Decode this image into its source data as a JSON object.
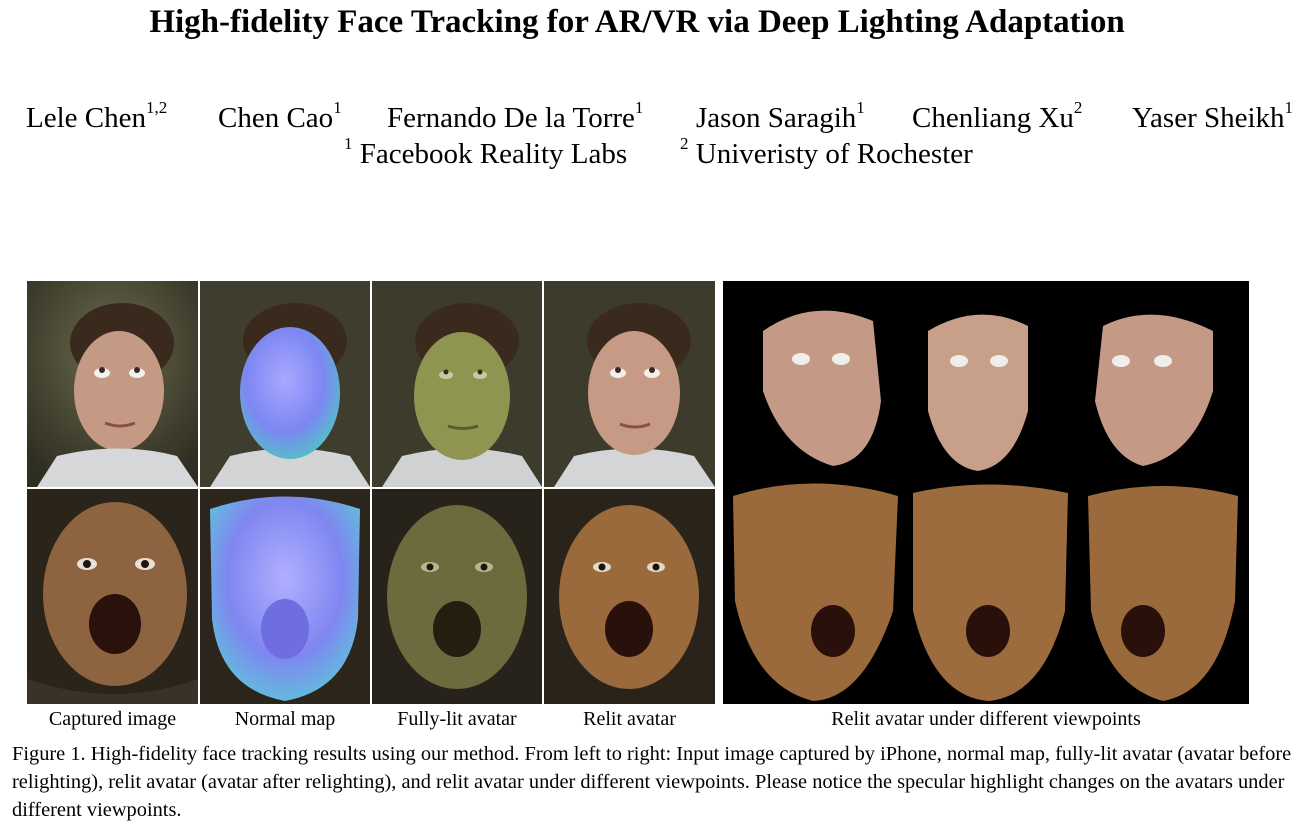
{
  "paper": {
    "title": "High-fidelity Face Tracking for AR/VR via Deep Lighting Adaptation",
    "authors": [
      {
        "name": "Lele Chen",
        "sup": "1,2"
      },
      {
        "name": "Chen Cao",
        "sup": "1"
      },
      {
        "name": "Fernando De la Torre",
        "sup": "1"
      },
      {
        "name": "Jason Saragih",
        "sup": "1"
      },
      {
        "name": "Chenliang Xu",
        "sup": "2"
      },
      {
        "name": "Yaser Sheikh",
        "sup": "1"
      }
    ],
    "affiliations": [
      {
        "sup": "1",
        "name": "Facebook Reality Labs"
      },
      {
        "sup": "2",
        "name": "Univeristy of Rochester"
      }
    ]
  },
  "figure": {
    "column_labels": [
      "Captured image",
      "Normal map",
      "Fully-lit avatar",
      "Relit avatar"
    ],
    "right_label": "Relit avatar under different viewpoints",
    "caption": "Figure 1. High-fidelity face tracking results using our method. From left to right: Input image captured by iPhone, normal map, fully-lit avatar (avatar before relighting), relit avatar (avatar after relighting), and relit avatar under different viewpoints. Please notice the specular highlight changes on the avatars under different viewpoints."
  },
  "colors": {
    "captured_bg": "#3b3a2a",
    "normal_map": "#7f86f0",
    "fully_lit": "#8f9550",
    "relit_skin": "#c08464",
    "dark_bg": "#000000"
  }
}
